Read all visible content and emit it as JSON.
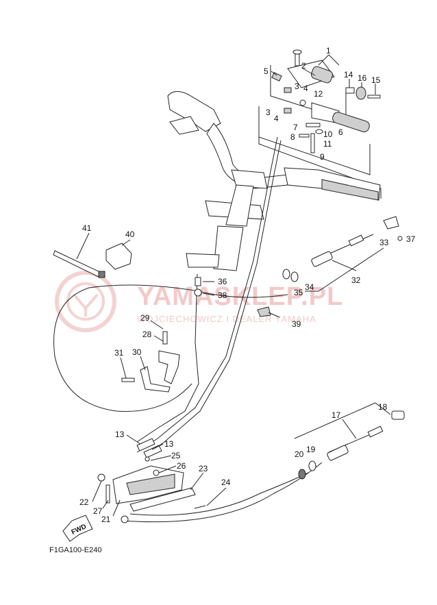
{
  "watermark": {
    "brand": "YAMASKLEP.PL",
    "dealer": "WOJCIECHOWICZ I DEALER YAMAHA",
    "colors": {
      "watermark": "#f2c9c9"
    }
  },
  "diagram_code": "F1GA100-E240",
  "fwd_label": "FWD",
  "callouts": [
    {
      "id": "c1",
      "text": "1"
    },
    {
      "id": "c2",
      "text": "2"
    },
    {
      "id": "c3a",
      "text": "3"
    },
    {
      "id": "c3b",
      "text": "3"
    },
    {
      "id": "c4a",
      "text": "4"
    },
    {
      "id": "c4b",
      "text": "4"
    },
    {
      "id": "c5",
      "text": "5"
    },
    {
      "id": "c6",
      "text": "6"
    },
    {
      "id": "c7",
      "text": "7"
    },
    {
      "id": "c8",
      "text": "8"
    },
    {
      "id": "c9",
      "text": "9"
    },
    {
      "id": "c10",
      "text": "10"
    },
    {
      "id": "c11",
      "text": "11"
    },
    {
      "id": "c12",
      "text": "12"
    },
    {
      "id": "c13a",
      "text": "13"
    },
    {
      "id": "c13b",
      "text": "13"
    },
    {
      "id": "c14",
      "text": "14"
    },
    {
      "id": "c15",
      "text": "15"
    },
    {
      "id": "c16",
      "text": "16"
    },
    {
      "id": "c17",
      "text": "17"
    },
    {
      "id": "c18",
      "text": "18"
    },
    {
      "id": "c19",
      "text": "19"
    },
    {
      "id": "c20",
      "text": "20"
    },
    {
      "id": "c21",
      "text": "21"
    },
    {
      "id": "c22",
      "text": "22"
    },
    {
      "id": "c23",
      "text": "23"
    },
    {
      "id": "c24",
      "text": "24"
    },
    {
      "id": "c25",
      "text": "25"
    },
    {
      "id": "c26",
      "text": "26"
    },
    {
      "id": "c27",
      "text": "27"
    },
    {
      "id": "c28",
      "text": "28"
    },
    {
      "id": "c29",
      "text": "29"
    },
    {
      "id": "c30",
      "text": "30"
    },
    {
      "id": "c31",
      "text": "31"
    },
    {
      "id": "c32",
      "text": "32"
    },
    {
      "id": "c33",
      "text": "33"
    },
    {
      "id": "c34",
      "text": "34"
    },
    {
      "id": "c35",
      "text": "35"
    },
    {
      "id": "c36",
      "text": "36"
    },
    {
      "id": "c37",
      "text": "37"
    },
    {
      "id": "c38",
      "text": "38"
    },
    {
      "id": "c39",
      "text": "39"
    },
    {
      "id": "c40",
      "text": "40"
    },
    {
      "id": "c41",
      "text": "41"
    }
  ]
}
